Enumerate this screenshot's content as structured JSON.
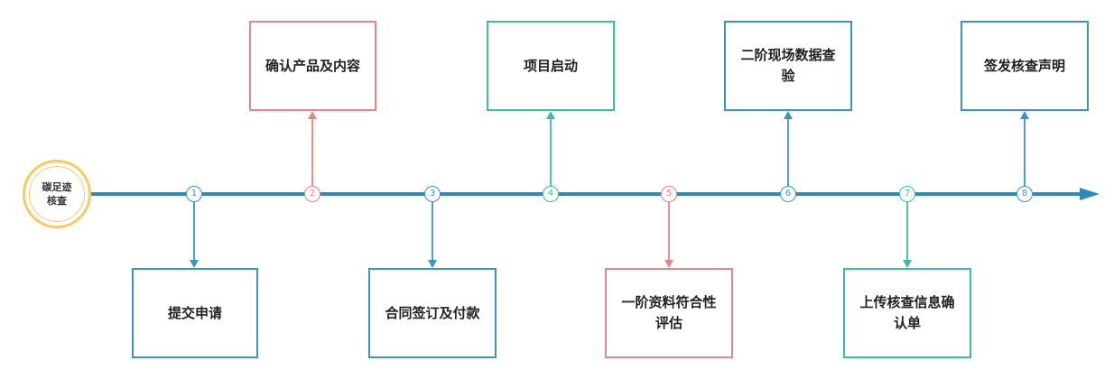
{
  "start": {
    "label": "碳足迹核查"
  },
  "steps": [
    {
      "number": "1",
      "label": "提交申请",
      "color": "#3a95bf",
      "side": "below"
    },
    {
      "number": "2",
      "label": "确认产品及内容",
      "color": "#e58585",
      "side": "above"
    },
    {
      "number": "3",
      "label": "合同签订及付款",
      "color": "#3a95bf",
      "side": "below"
    },
    {
      "number": "4",
      "label": "项目启动",
      "color": "#3bbda4",
      "side": "above"
    },
    {
      "number": "5",
      "label": "一阶资料符合性评估",
      "color": "#e58585",
      "side": "below"
    },
    {
      "number": "6",
      "label": "二阶现场数据查验",
      "color": "#3a95bf",
      "side": "above"
    },
    {
      "number": "7",
      "label": "上传核查信息确认单",
      "color": "#3bbda4",
      "side": "below"
    },
    {
      "number": "8",
      "label": "签发核查声明",
      "color": "#3a95bf",
      "side": "above"
    }
  ],
  "colors": {
    "timeline": "#2f8ab8",
    "start_ring": "#f2cc6b"
  }
}
